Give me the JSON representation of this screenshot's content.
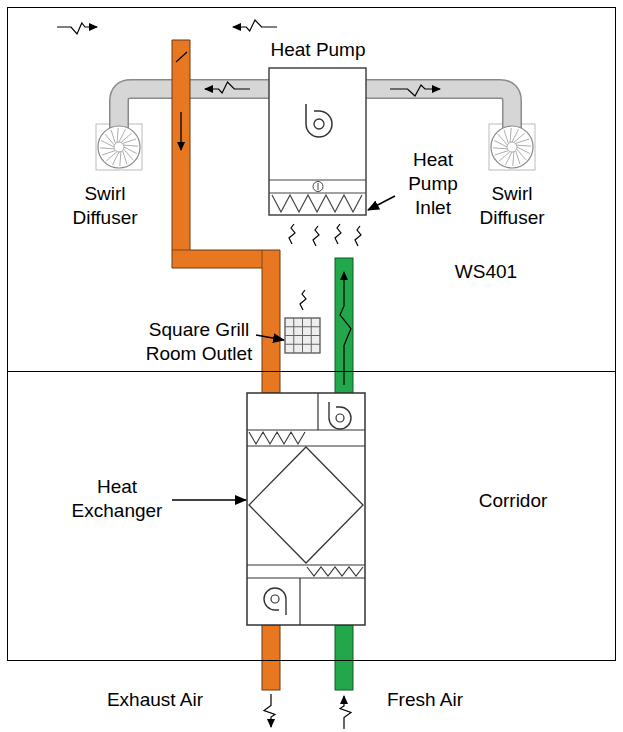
{
  "diagram": {
    "nodes": [
      {
        "text": [
          "WS401"
        ]
      },
      {
        "text": [
          "Corridor"
        ]
      }
    ],
    "labels": [
      "Heat Pump",
      "Swirl Diffuser",
      "Heat Pump Inlet",
      "Swirl Diffuser",
      "Square Grill Room Outlet",
      "Heat Exchanger",
      "Exhaust Air",
      "Fresh Air"
    ]
  }
}
